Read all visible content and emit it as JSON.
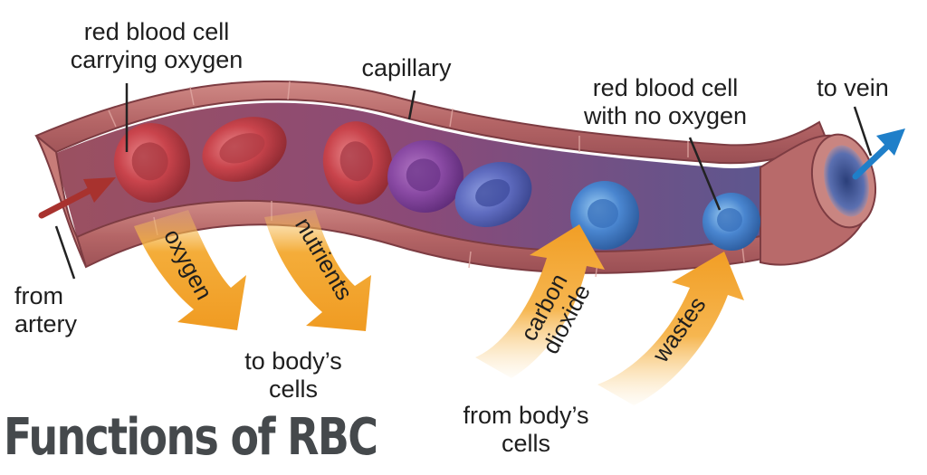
{
  "title": "Functions of RBC",
  "labels": {
    "oxygenated_cell": [
      "red blood cell",
      "carrying oxygen"
    ],
    "capillary": "capillary",
    "deoxygenated_cell": [
      "red blood cell",
      "with no oxygen"
    ],
    "to_vein": "to vein",
    "from_artery": [
      "from",
      "artery"
    ],
    "to_body_cells": [
      "to body’s",
      "cells"
    ],
    "from_body_cells": [
      "from body’s",
      "cells"
    ]
  },
  "exchange_arrows": {
    "oxygen": "oxygen",
    "nutrients": "nutrients",
    "carbon_dioxide": [
      "carbon",
      "dioxide"
    ],
    "wastes": "wastes"
  },
  "colors": {
    "vessel_wall": "#b86a6a",
    "vessel_lumen": "#8c4a5a",
    "oxygenated_rbc": "#c9444c",
    "deoxygenated_rbc": "#4a86d0",
    "artery_arrow": "#a8322e",
    "vein_arrow": "#1f7fc9",
    "exchange_arrow": "#f3a62c",
    "title_text": "#45494c"
  }
}
